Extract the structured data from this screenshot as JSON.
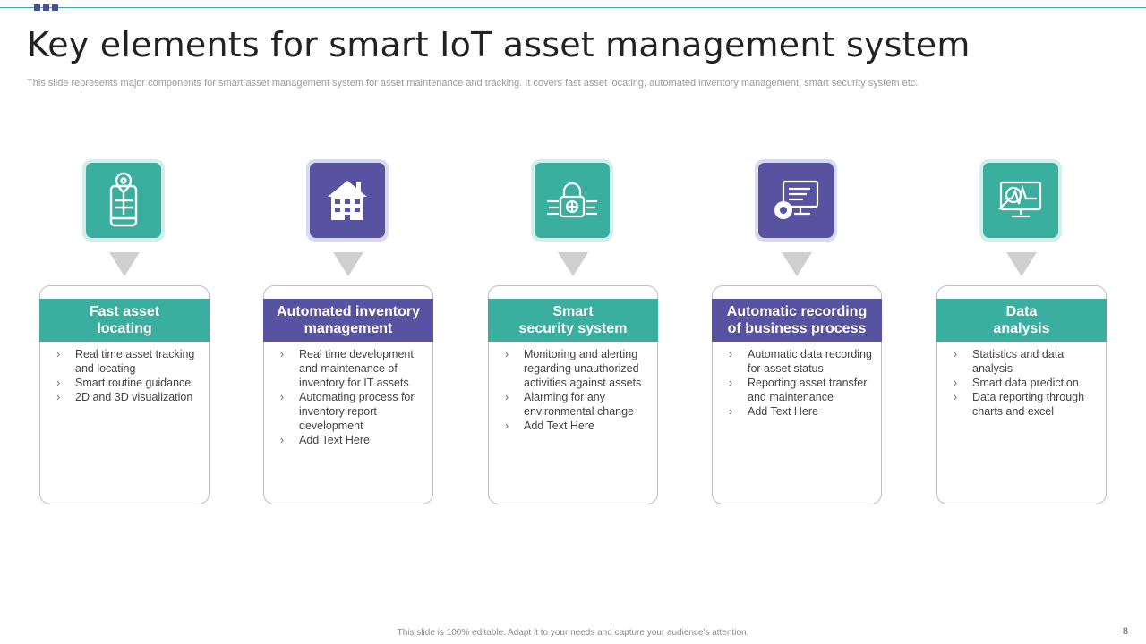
{
  "title": "Key elements for smart IoT asset management system",
  "subtitle": "This slide represents major components for smart asset management system for asset maintenance and tracking. It covers fast asset locating, automated inventory management, smart security system etc.",
  "colors": {
    "teal": "#3aaf9f",
    "purple": "#5753a0",
    "accent_line": "#3aa99f"
  },
  "cards": [
    {
      "theme": "teal",
      "icon": "phone-location-icon",
      "heading": "Fast asset\nlocating",
      "bullets": [
        "Real time asset tracking and locating",
        "Smart routine guidance",
        "2D and 3D visualization"
      ]
    },
    {
      "theme": "purple",
      "icon": "building-icon",
      "heading": "Automated inventory\nmanagement",
      "bullets": [
        "Real time development and maintenance of inventory for IT assets",
        "Automating process for inventory report development",
        "Add Text Here"
      ]
    },
    {
      "theme": "teal",
      "icon": "lock-network-icon",
      "heading": "Smart\nsecurity system",
      "bullets": [
        "Monitoring and alerting regarding unauthorized activities against assets",
        "Alarming for any environmental change",
        "Add Text Here"
      ]
    },
    {
      "theme": "purple",
      "icon": "monitor-gear-icon",
      "heading": "Automatic recording\nof business process",
      "bullets": [
        "Automatic data recording for asset status",
        "Reporting asset transfer and maintenance",
        "Add Text Here"
      ]
    },
    {
      "theme": "teal",
      "icon": "monitor-analysis-icon",
      "heading": "Data\nanalysis",
      "bullets": [
        "Statistics and data analysis",
        "Smart data prediction",
        "Data reporting through charts and excel"
      ]
    }
  ],
  "footer": "This slide is 100% editable. Adapt it to your needs and capture your audience's attention.",
  "page_number": "8"
}
